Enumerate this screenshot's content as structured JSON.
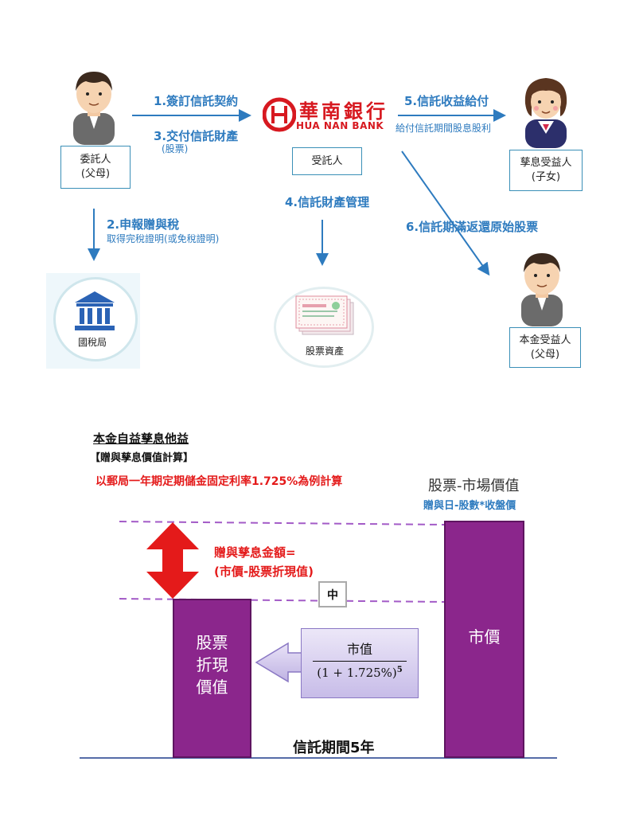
{
  "top_diagram": {
    "settlor": {
      "label_line1": "委託人",
      "label_line2": "(父母)"
    },
    "trustee": {
      "label": "受託人"
    },
    "income_beneficiary": {
      "label_line1": "孳息受益人",
      "label_line2": "(子女)"
    },
    "principal_beneficiary": {
      "label_line1": "本金受益人",
      "label_line2": "(父母)"
    },
    "bank_logo": {
      "chinese": "華南銀行",
      "english": "HUA NAN BANK"
    },
    "tax_bureau": {
      "label": "國稅局"
    },
    "stock_assets": {
      "label": "股票資產"
    },
    "steps": {
      "step1": "1.簽訂信託契約",
      "step3": "3.交付信託財產",
      "step3_note": "(股票)",
      "step2": "2.申報贈與稅",
      "step2_note": "取得完稅證明(或免稅證明)",
      "step4": "4.信託財產管理",
      "step5": "5.信託收益給付",
      "step5_note": "給付信託期間股息股利",
      "step6": "6.信託期滿返還原始股票"
    }
  },
  "bottom_diagram": {
    "title": "本金自益孳息他益",
    "subtitle": "【贈與孳息價值計算】",
    "red_note": "以郵局一年期定期儲金固定利率1.725%為例計算",
    "market_title": "股票-市場價值",
    "market_formula": "贈與日-股數*收盤價",
    "gift_label_line1": "贈與孳息金額=",
    "gift_label_line2": "(市價-股票折現值)",
    "middle_marker": "中",
    "left_bar_line1": "股票",
    "left_bar_line2": "折現",
    "left_bar_line3": "價值",
    "right_bar": "市價",
    "formula_numerator": "市值",
    "formula_denominator": "(1 + 1.725%)",
    "formula_exponent": "5",
    "period_label": "信託期間5年",
    "colors": {
      "bar": "#8b268c",
      "red": "#e41a1a",
      "blue": "#2e7bbf",
      "dash": "#a35bc7"
    }
  }
}
